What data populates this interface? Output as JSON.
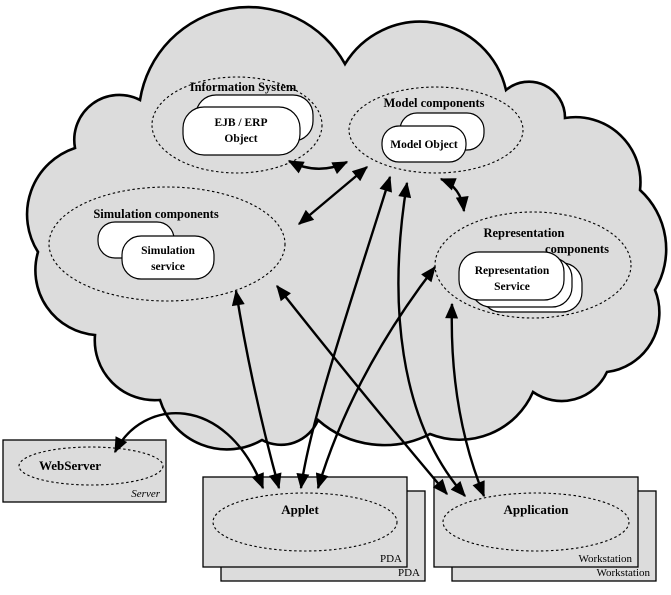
{
  "diagram_type": "middleware-architecture-cloud-diagram",
  "colors": {
    "cloud_fill": "#dcdcdc",
    "box_fill": "#dcdcdc",
    "object_fill": "#ffffff",
    "line": "#000000",
    "background": "#ffffff"
  },
  "clusters": {
    "information_system": {
      "title": "Information System",
      "object_line1": "EJB / ERP",
      "object_line2": "Object",
      "stack_count": 2
    },
    "model_components": {
      "title": "Model components",
      "object": "Model Object",
      "stack_count": 2
    },
    "simulation_components": {
      "title": "Simulation components",
      "object_line1": "Simulation",
      "object_line2": "service",
      "stack_count": 2
    },
    "representation_components": {
      "title_line1": "Representation",
      "title_line2": "components",
      "object_line1": "Representation",
      "object_line2": "Service",
      "stack_count": 3
    }
  },
  "nodes": {
    "webserver": {
      "title": "WebServer",
      "caption": "Server",
      "stack_count": 1
    },
    "applet": {
      "title": "Applet",
      "caption_front": "PDA",
      "caption_back": "PDA",
      "stack_count": 2
    },
    "application": {
      "title": "Application",
      "caption_front": "Workstation",
      "caption_back": "Workstation",
      "stack_count": 2
    }
  },
  "edges": [
    {
      "from": "Information System",
      "to": "Model components",
      "bidirectional": true
    },
    {
      "from": "Model components",
      "to": "Simulation components",
      "bidirectional": true
    },
    {
      "from": "Model components",
      "to": "Representation components",
      "bidirectional": true
    },
    {
      "from": "Model components",
      "to": "Applet",
      "bidirectional": true
    },
    {
      "from": "Model components",
      "to": "Application",
      "bidirectional": true
    },
    {
      "from": "Simulation components",
      "to": "Applet",
      "bidirectional": true
    },
    {
      "from": "Simulation components",
      "to": "Application",
      "bidirectional": true
    },
    {
      "from": "Representation components",
      "to": "Applet",
      "bidirectional": true
    },
    {
      "from": "Representation components",
      "to": "Application",
      "bidirectional": true
    },
    {
      "from": "WebServer",
      "to": "Applet",
      "bidirectional": true
    }
  ]
}
